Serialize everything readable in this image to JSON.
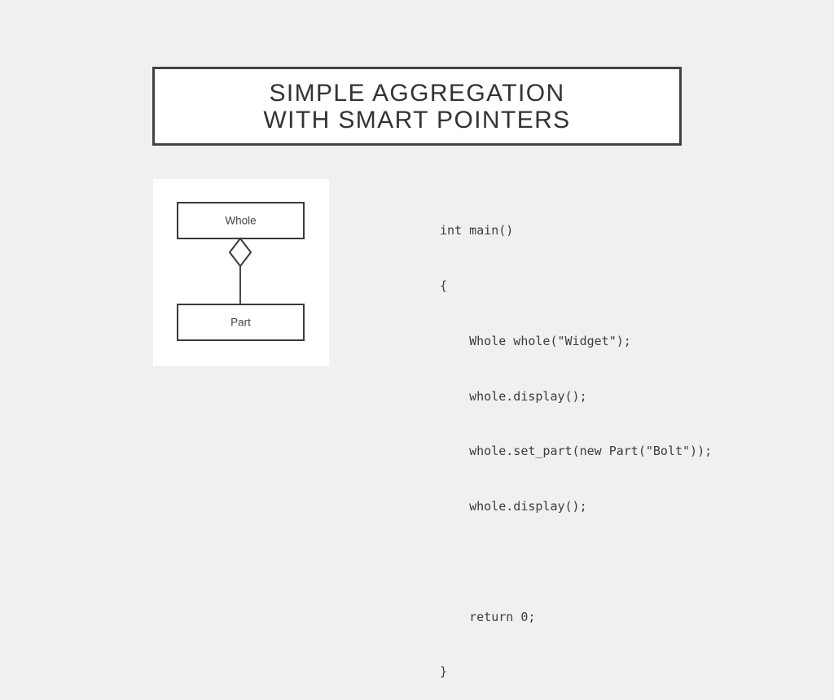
{
  "slide": {
    "background_color": "#f0f0f0",
    "title": {
      "line1": "Simple Aggregation",
      "line2": "with Smart Pointers",
      "border_color": "#424242",
      "fill_color": "#ffffff",
      "text_color": "#333333"
    }
  },
  "diagram": {
    "type": "uml-aggregation",
    "whole_label": "Whole",
    "part_label": "Part",
    "relationship": "aggregation",
    "diamond_style": "hollow",
    "line_color": "#3a3a3a",
    "panel_color": "#ffffff"
  },
  "code": {
    "language": "cpp",
    "text_color": "#3d3d3d",
    "lines": [
      "int main()",
      "{",
      "    Whole whole(\"Widget\");",
      "    whole.display();",
      "    whole.set_part(new Part(\"Bolt\"));",
      "    whole.display();",
      "",
      "    return 0;",
      "}"
    ]
  }
}
